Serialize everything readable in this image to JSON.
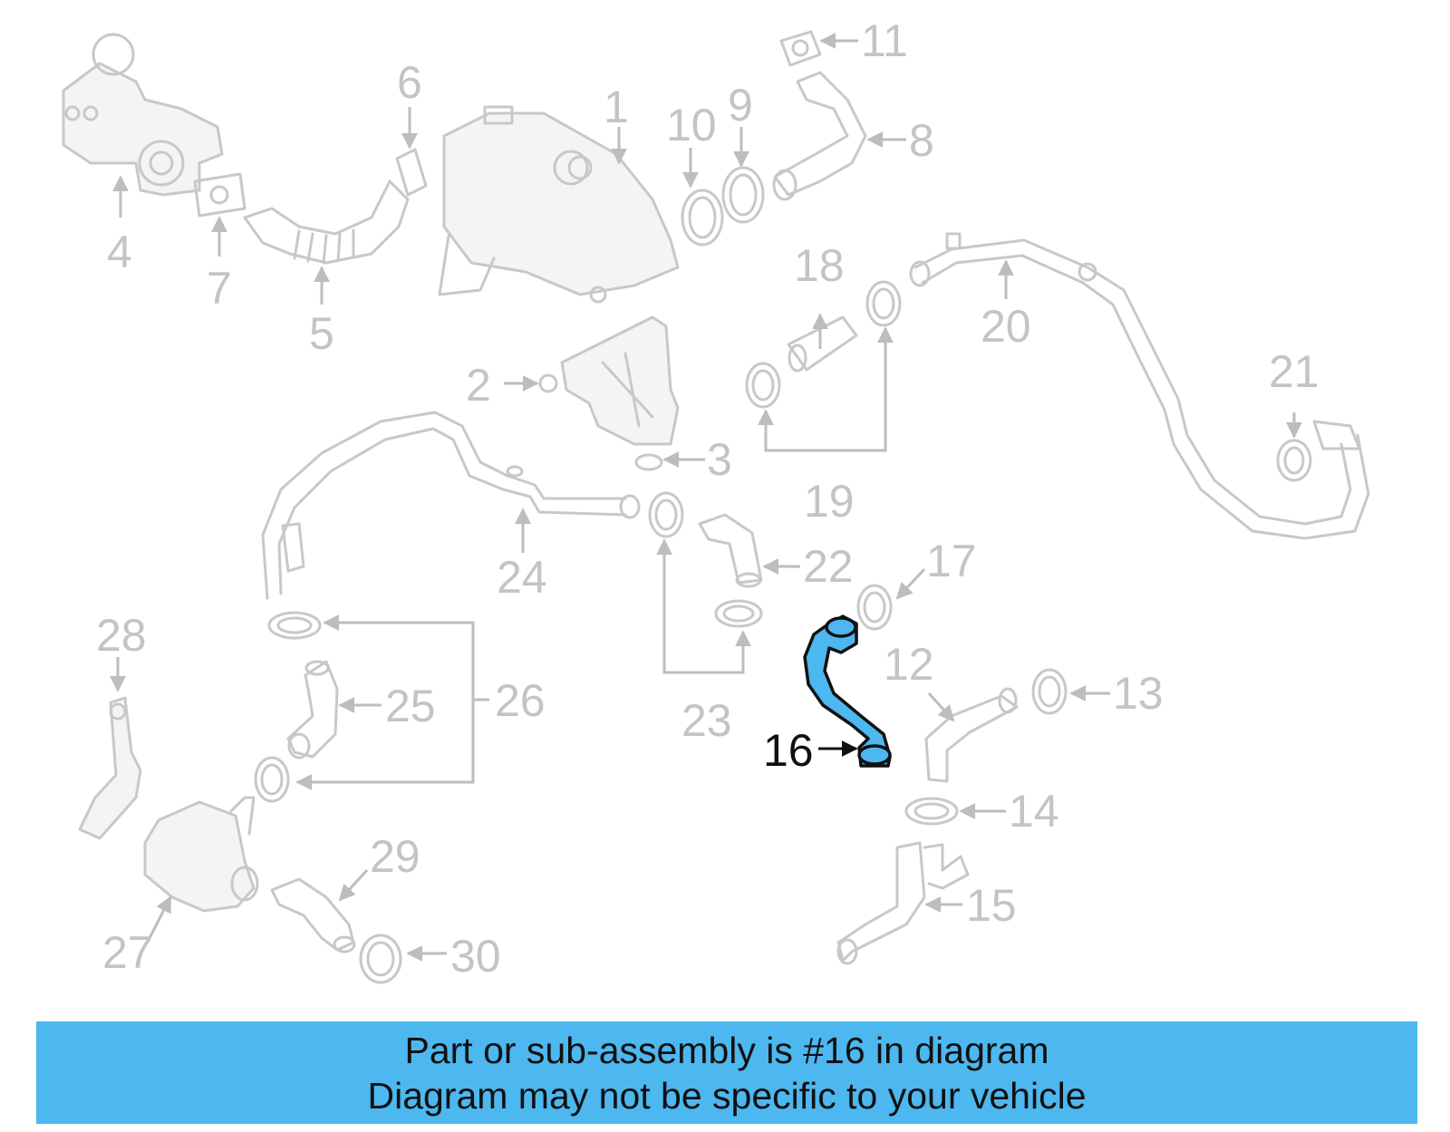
{
  "diagram": {
    "highlighted_part": "16",
    "callouts": [
      "1",
      "2",
      "3",
      "4",
      "5",
      "6",
      "7",
      "8",
      "9",
      "10",
      "11",
      "12",
      "13",
      "14",
      "15",
      "16",
      "17",
      "18",
      "19",
      "20",
      "21",
      "22",
      "23",
      "24",
      "25",
      "26",
      "27",
      "28",
      "29",
      "30"
    ]
  },
  "banner": {
    "line1": "Part or sub-assembly is #16 in diagram",
    "line2": "Diagram may not be specific to your vehicle"
  },
  "colors": {
    "highlight": "#4db7ef",
    "banner": "#4db7ef",
    "part_lines": "#c8c8c8",
    "callout_text": "#c4c4c4"
  }
}
